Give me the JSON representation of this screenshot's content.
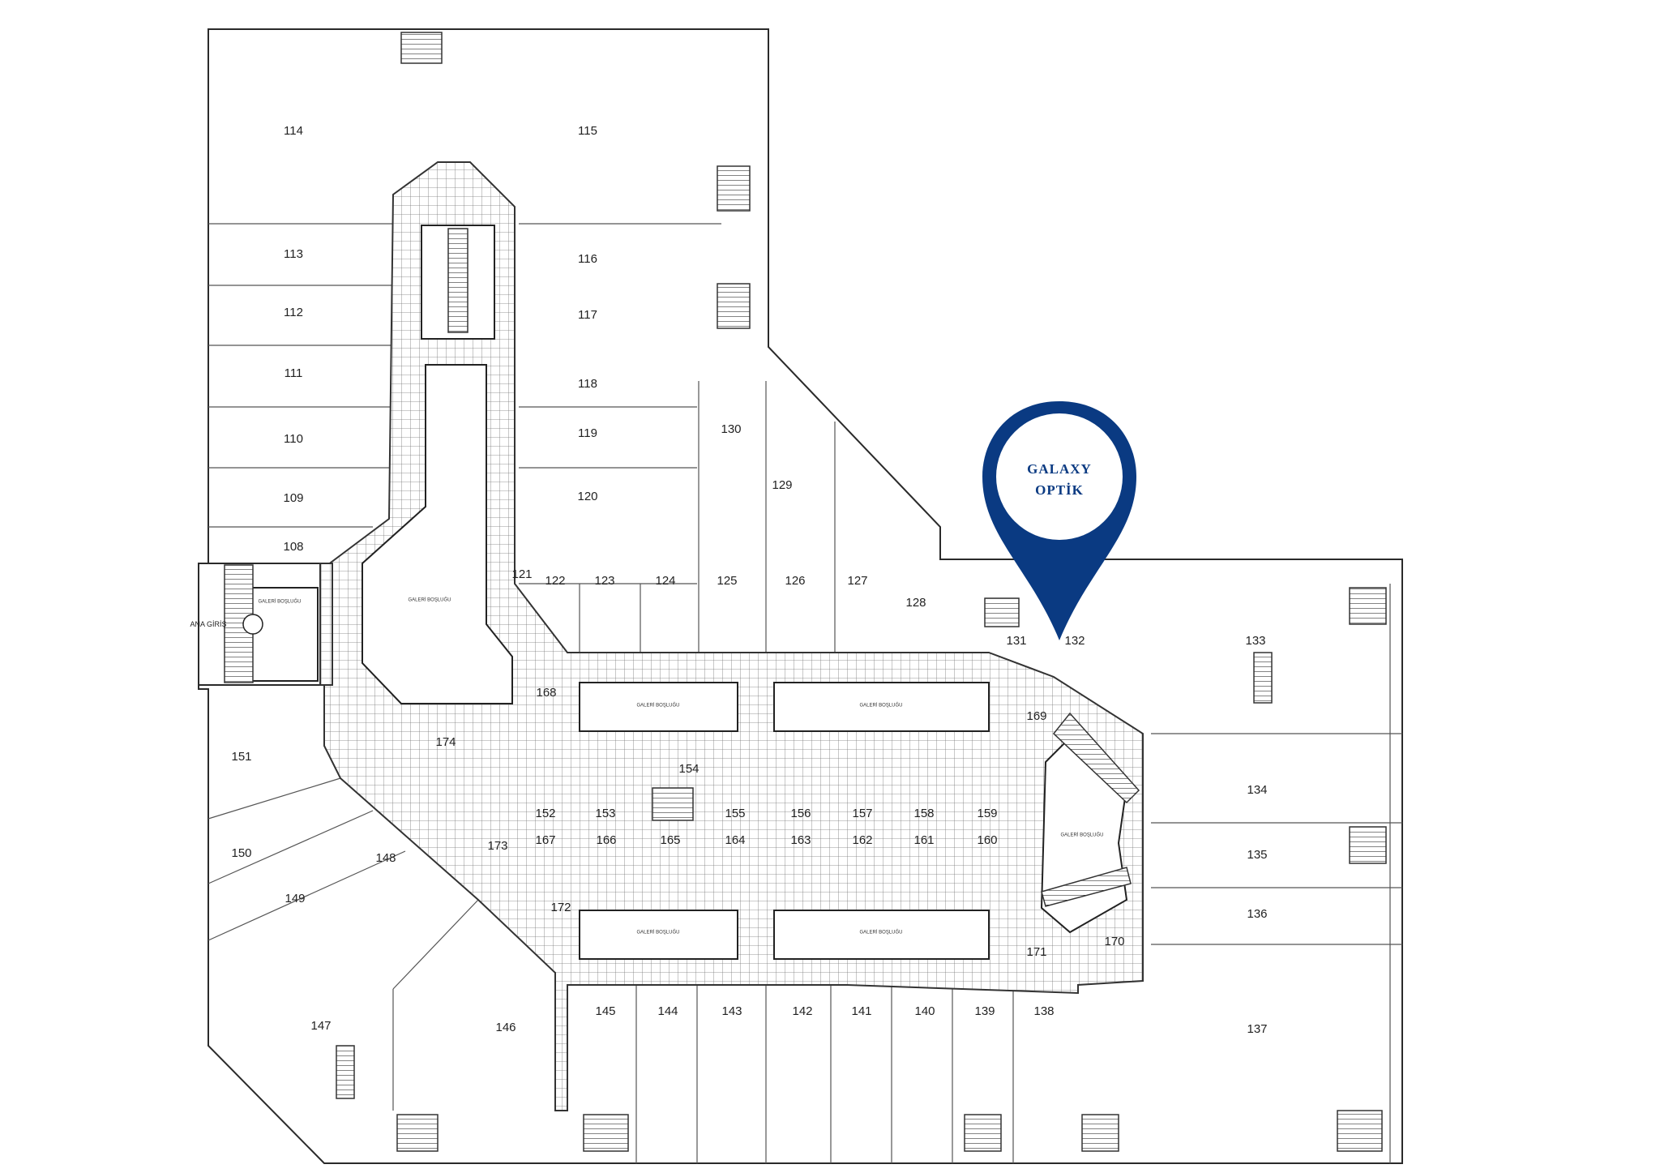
{
  "marker": {
    "line1": "GALAXY",
    "line2": "OPTİK",
    "color": "#0a3a82"
  },
  "entrance_label": "ANA GİRİŞ",
  "void_label": "GALERİ BOŞLUĞU",
  "units": [
    {
      "id": "114"
    },
    {
      "id": "115"
    },
    {
      "id": "113"
    },
    {
      "id": "116"
    },
    {
      "id": "112"
    },
    {
      "id": "117"
    },
    {
      "id": "111"
    },
    {
      "id": "118"
    },
    {
      "id": "110"
    },
    {
      "id": "119"
    },
    {
      "id": "130"
    },
    {
      "id": "109"
    },
    {
      "id": "120"
    },
    {
      "id": "129"
    },
    {
      "id": "108"
    },
    {
      "id": "121"
    },
    {
      "id": "122"
    },
    {
      "id": "123"
    },
    {
      "id": "124"
    },
    {
      "id": "125"
    },
    {
      "id": "126"
    },
    {
      "id": "127"
    },
    {
      "id": "128"
    },
    {
      "id": "131"
    },
    {
      "id": "132"
    },
    {
      "id": "133"
    },
    {
      "id": "168"
    },
    {
      "id": "169"
    },
    {
      "id": "174"
    },
    {
      "id": "151"
    },
    {
      "id": "154"
    },
    {
      "id": "134"
    },
    {
      "id": "152"
    },
    {
      "id": "153"
    },
    {
      "id": "155"
    },
    {
      "id": "156"
    },
    {
      "id": "157"
    },
    {
      "id": "158"
    },
    {
      "id": "159"
    },
    {
      "id": "167"
    },
    {
      "id": "166"
    },
    {
      "id": "165"
    },
    {
      "id": "164"
    },
    {
      "id": "163"
    },
    {
      "id": "162"
    },
    {
      "id": "161"
    },
    {
      "id": "160"
    },
    {
      "id": "135"
    },
    {
      "id": "173"
    },
    {
      "id": "150"
    },
    {
      "id": "148"
    },
    {
      "id": "149"
    },
    {
      "id": "136"
    },
    {
      "id": "172"
    },
    {
      "id": "170"
    },
    {
      "id": "171"
    },
    {
      "id": "147"
    },
    {
      "id": "146"
    },
    {
      "id": "145"
    },
    {
      "id": "144"
    },
    {
      "id": "143"
    },
    {
      "id": "142"
    },
    {
      "id": "141"
    },
    {
      "id": "140"
    },
    {
      "id": "139"
    },
    {
      "id": "138"
    },
    {
      "id": "137"
    }
  ]
}
